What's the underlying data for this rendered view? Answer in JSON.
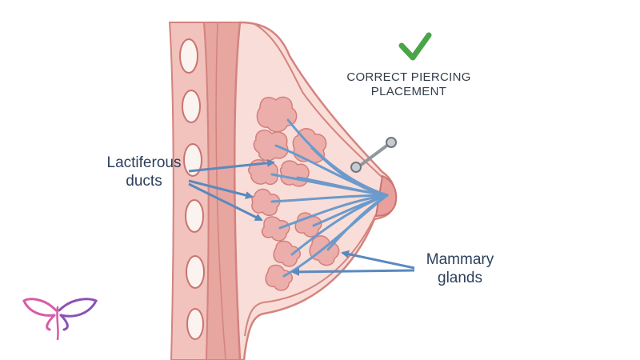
{
  "badge": {
    "line1": "CORRECT PIERCING",
    "line2": "PLACEMENT",
    "check_color": "#4aa548"
  },
  "labels": {
    "ducts_line1": "Lactiferous",
    "ducts_line2": "ducts",
    "glands_line1": "Mammary",
    "glands_line2": "glands"
  },
  "colors": {
    "skin": "#f9ddd8",
    "outline": "#d4837e",
    "muscle": "#e7a6a0",
    "rib_fill": "#fbf3f0",
    "lobule": "#ecaeab",
    "duct": "#6b9acb",
    "arrow": "#5a89be",
    "piercing": "#8f979f",
    "logo_pink": "#d85aa8",
    "logo_purple": "#8a52b5"
  },
  "icons": {
    "check": "check-icon",
    "piercing": "barbell-piercing-icon",
    "logo": "butterfly-logo-icon"
  }
}
